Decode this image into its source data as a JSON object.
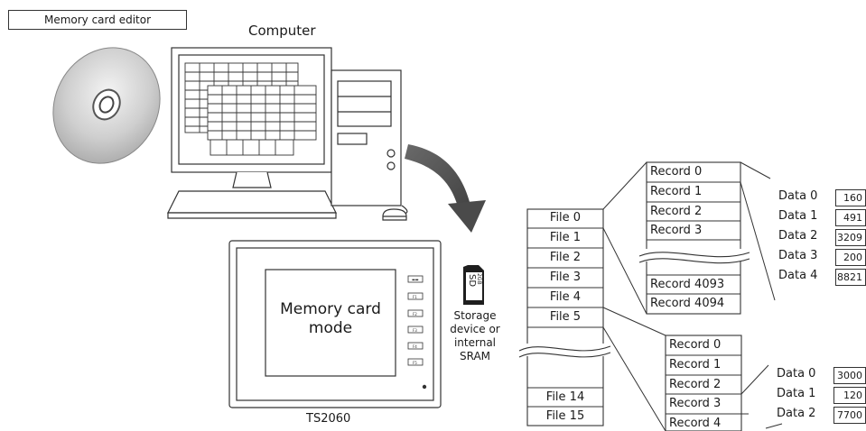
{
  "title_box": "Memory card editor",
  "computer_label": "Computer",
  "screen": {
    "mode_line1": "Memory card",
    "mode_line2": "mode",
    "model": "TS2060"
  },
  "sd_card": {
    "big": "SD",
    "small": "2GB"
  },
  "storage_label": [
    "Storage",
    "device or",
    "internal",
    "SRAM"
  ],
  "files_top": [
    "File 0",
    "File 1",
    "File 2",
    "File 3",
    "File 4",
    "File 5"
  ],
  "files_bottom": [
    "File 14",
    "File 15"
  ],
  "records_a_top": [
    "Record 0",
    "Record 1",
    "Record 2",
    "Record 3"
  ],
  "records_a_bottom": [
    "Record 4093",
    "Record 4094"
  ],
  "data_a": [
    {
      "label": "Data 0",
      "value": "160"
    },
    {
      "label": "Data 1",
      "value": "491"
    },
    {
      "label": "Data 2",
      "value": "3209"
    },
    {
      "label": "Data 3",
      "value": "200"
    },
    {
      "label": "Data 4",
      "value": "8821"
    }
  ],
  "records_b": [
    "Record 0",
    "Record 1",
    "Record 2",
    "Record 3",
    "Record 4"
  ],
  "data_b": [
    {
      "label": "Data 0",
      "value": "3000"
    },
    {
      "label": "Data 1",
      "value": "120"
    },
    {
      "label": "Data 2",
      "value": "7700"
    }
  ],
  "side_buttons": [
    "",
    "F1",
    "F2",
    "F3",
    "F4",
    "F5"
  ]
}
